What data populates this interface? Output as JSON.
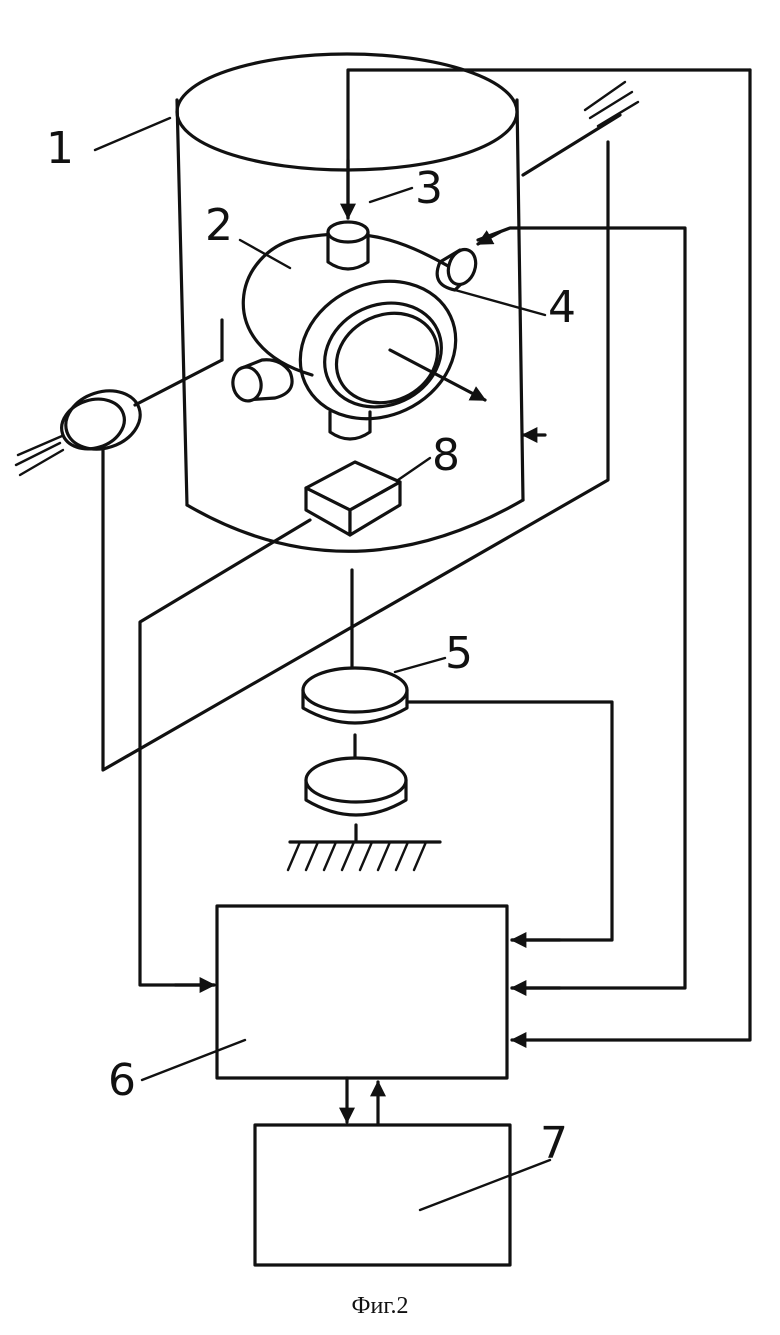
{
  "labels": {
    "l1": "1",
    "l2": "2",
    "l3": "3",
    "l4": "4",
    "l5": "5",
    "l6": "6",
    "l7": "7",
    "l8": "8"
  },
  "caption": "Фиг.2"
}
